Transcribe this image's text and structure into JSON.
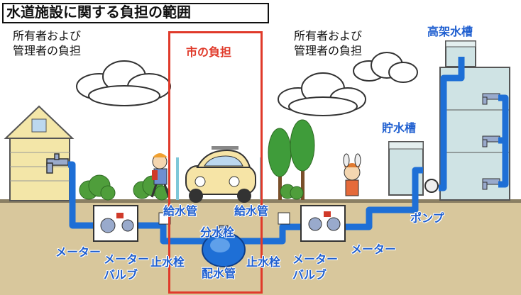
{
  "title": "水道施設に関する負担の範囲",
  "owner_left": {
    "line1": "所有者および",
    "line2": "管理者の負担"
  },
  "owner_right": {
    "line1": "所有者および",
    "line2": "管理者の負担"
  },
  "city_share": "市の負担",
  "labels": {
    "elevated_tank": "高架水槽",
    "storage_tank": "貯水槽",
    "pump": "ポンプ",
    "supply_pipe_left": "給水管",
    "supply_pipe_right": "給水管",
    "branch_valve": "分水栓",
    "distribution_main": "配水管",
    "stop_valve_left": "止水栓",
    "stop_valve_right": "止水栓",
    "meter_left": "メーター",
    "meter_right": "メーター",
    "meter_valve_left": {
      "line1": "メーター",
      "line2": "バルブ"
    },
    "meter_valve_right": {
      "line1": "メーター",
      "line2": "バルブ"
    }
  },
  "colors": {
    "pipe": "#1e6fd6",
    "label_blue": "#1f5fd0",
    "city_border": "#e03a2a",
    "ground": "#d8c79c",
    "house_wall": "#f3e6a8",
    "tank": "#cfe3e4"
  }
}
